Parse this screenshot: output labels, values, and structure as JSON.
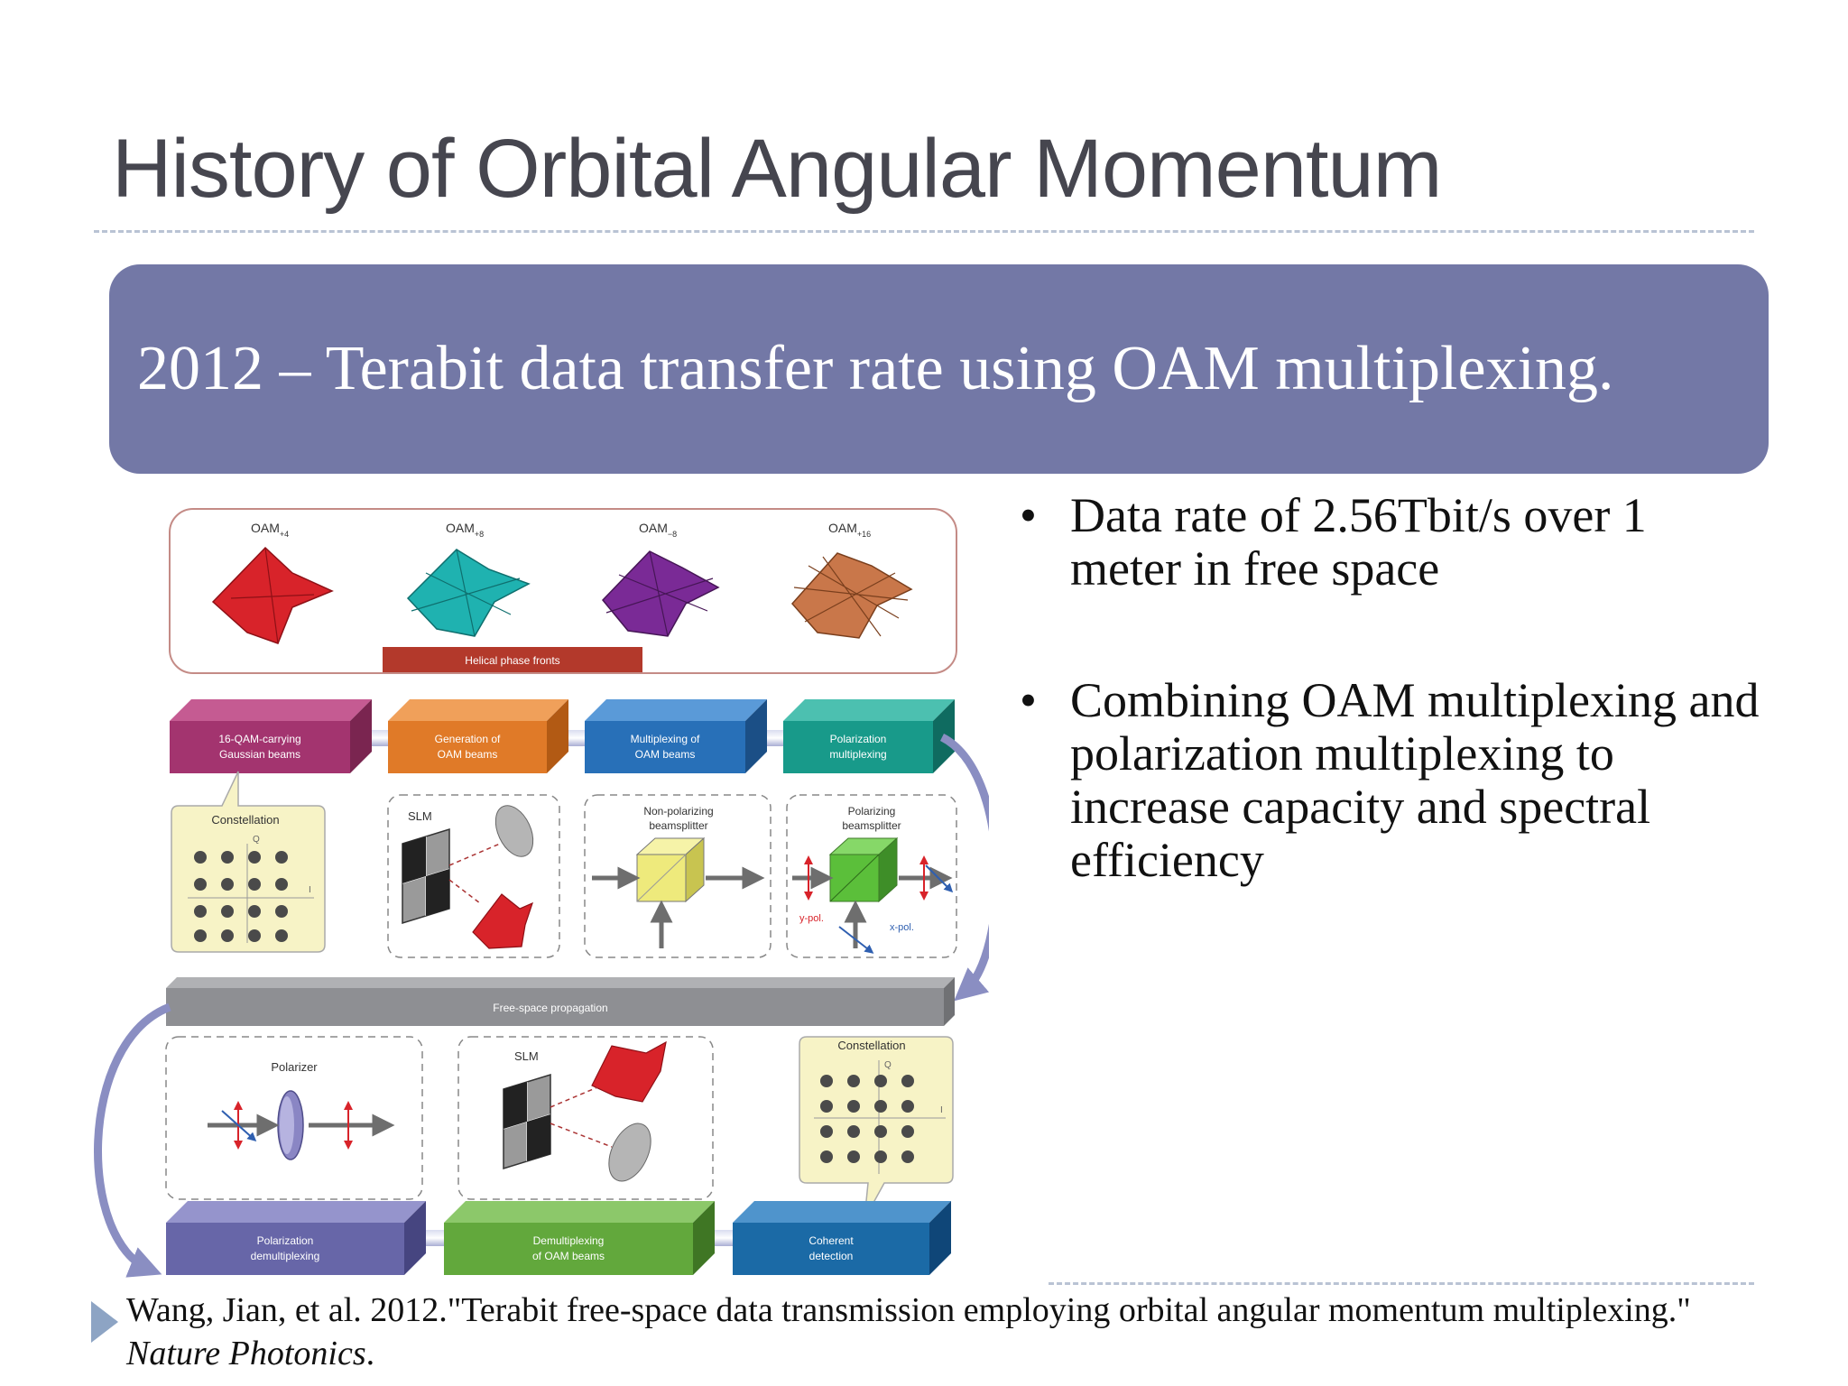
{
  "slide": {
    "title": "History of Orbital Angular Momentum",
    "banner": "2012 – Terabit data transfer rate using OAM multiplexing.",
    "bullets": [
      "Data rate of 2.56Tbit/s over 1 meter in free space",
      "Combining OAM multiplexing and polarization multiplexing to increase capacity and spectral efficiency"
    ],
    "bullet_symbol": "•",
    "citation": {
      "text": "Wang, Jian, et al.  2012.\"Terabit free-space data transmission employing orbital angular momentum multiplexing.\" ",
      "journal": "Nature Photonics",
      "end": "."
    }
  },
  "figure": {
    "oam_modes": [
      {
        "base": "OAM",
        "sub": "+4",
        "color": "#d8232a"
      },
      {
        "base": "OAM",
        "sub": "+8",
        "color": "#1fb2b0"
      },
      {
        "base": "OAM",
        "sub": "−8",
        "color": "#7a2a96"
      },
      {
        "base": "OAM",
        "sub": "+16",
        "color": "#c9774a"
      }
    ],
    "helical_label": "Helical phase fronts",
    "stage_boxes": [
      {
        "line1": "16-QAM-carrying",
        "line2": "Gaussian beams",
        "color": "#a3346f"
      },
      {
        "line1": "Generation of",
        "line2": "OAM beams",
        "color": "#e07a28"
      },
      {
        "line1": "Multiplexing of",
        "line2": "OAM beams",
        "color": "#2870b8"
      },
      {
        "line1": "Polarization",
        "line2": "multiplexing",
        "color": "#189a8a"
      }
    ],
    "detail_labels": {
      "constellation": "Constellation",
      "slm": "SLM",
      "non_pol_1": "Non-polarizing",
      "non_pol_2": "beamsplitter",
      "pol_1": "Polarizing",
      "pol_2": "beamsplitter",
      "y_pol": "y-pol.",
      "x_pol": "x-pol.",
      "axis_q": "Q",
      "axis_i": "I",
      "polarizer": "Polarizer"
    },
    "propagation_label": "Free-space propagation",
    "bottom_boxes": [
      {
        "line1": "Polarization",
        "line2": "demultiplexing",
        "color": "#6766a8"
      },
      {
        "line1": "Demultiplexing",
        "line2": "of OAM beams",
        "color": "#62a83c"
      },
      {
        "line1": "Coherent",
        "line2": "detection",
        "color": "#1b6aa6"
      }
    ],
    "colors": {
      "constellation_bg": "#f7f3c6",
      "cube_yellow": "#eeea7c",
      "cube_green": "#5bbf3a",
      "arrow_gray": "#6e6e6e",
      "flow_arrow": "#8a8ec2",
      "helical_bar": "#b3392b",
      "propagation_bar": "#8e8f93"
    }
  }
}
